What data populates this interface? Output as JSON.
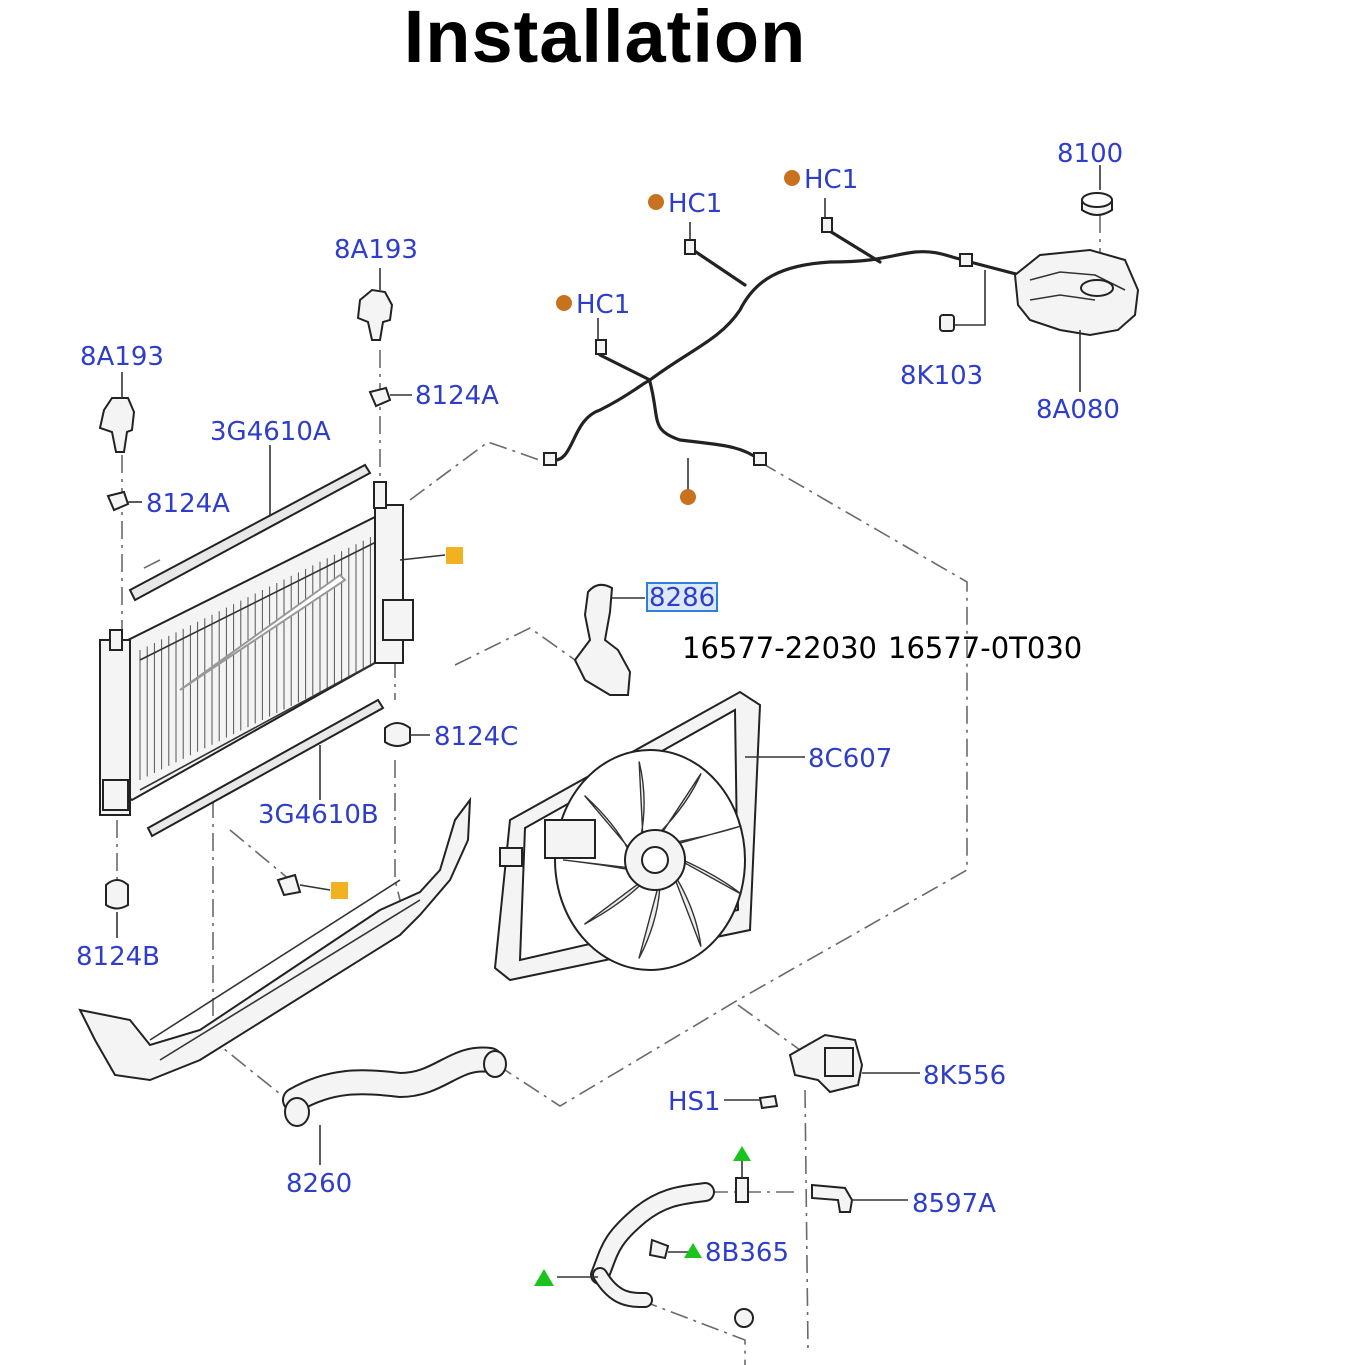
{
  "title": "Installation",
  "labels": {
    "hc1_a": "HC1",
    "hc1_b": "HC1",
    "hc1_c": "HC1",
    "p8100": "8100",
    "p8a193_top": "8A193",
    "p8a193_left": "8A193",
    "p8124a_top": "8124A",
    "p8124a_left": "8124A",
    "p3g4610a": "3G4610A",
    "p8k103": "8K103",
    "p8a080": "8A080",
    "p8286": "8286",
    "p8124c": "8124C",
    "p8c607": "8C607",
    "p3g4610b": "3G4610B",
    "p8124b": "8124B",
    "p8k556": "8K556",
    "phs1": "HS1",
    "p8260": "8260",
    "p8597a": "8597A",
    "p8b365": "8B365"
  },
  "part_numbers": [
    "16577-22030",
    "16577-0T030"
  ],
  "colors": {
    "label": "#2e3ec8",
    "dot_orange": "#c8711e",
    "square_yellow": "#f2b120",
    "triangle_green": "#19c41c",
    "highlight": "#2d7fd8"
  }
}
